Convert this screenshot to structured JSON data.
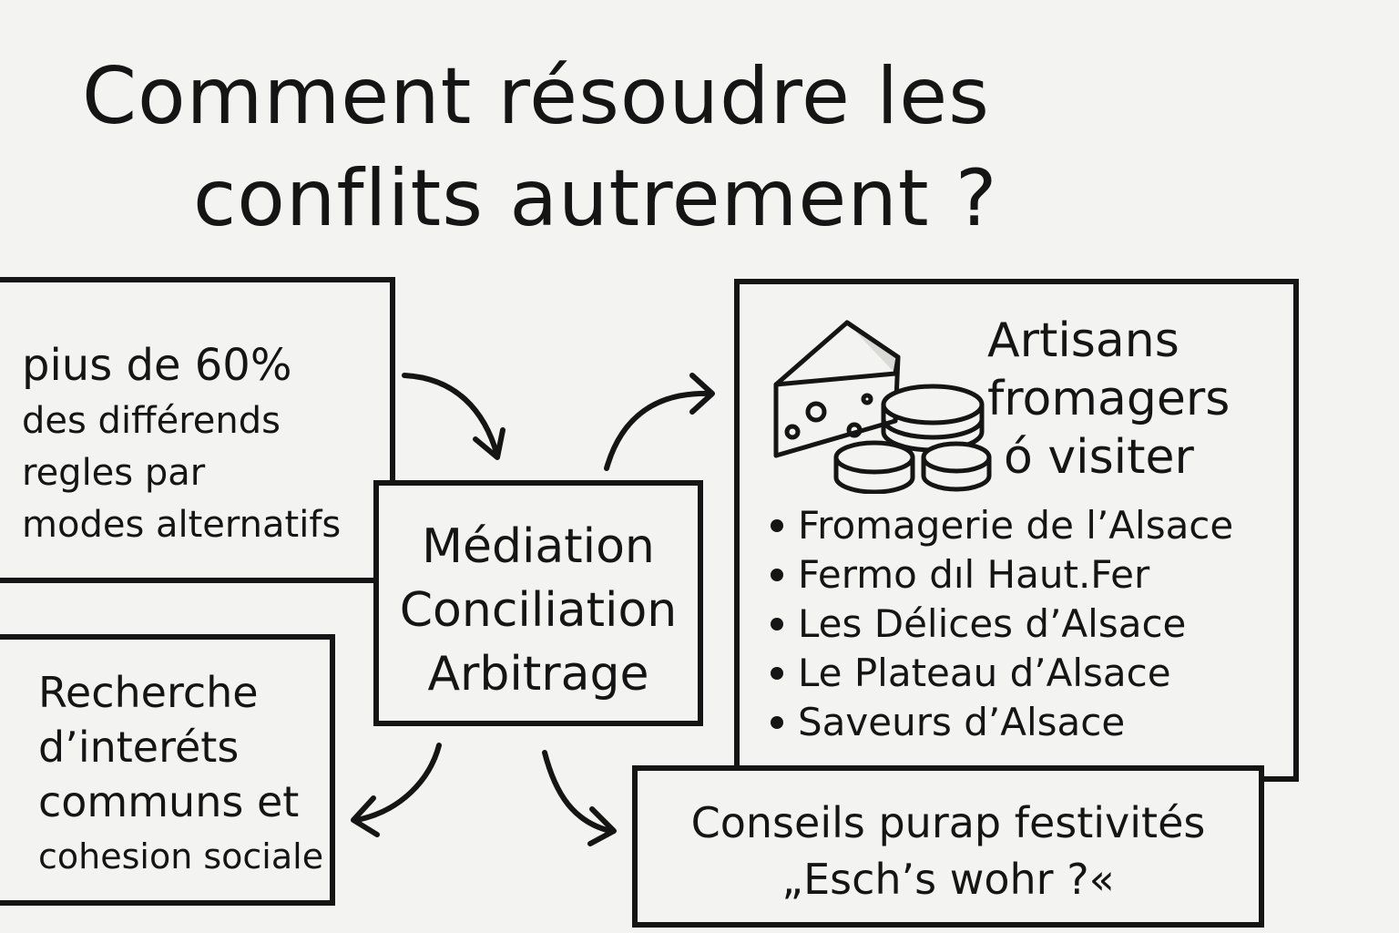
{
  "title": {
    "line1": "Comment résoudre les",
    "line2": "conflits autrement ?"
  },
  "stat_box": {
    "line1": "pius de 60%",
    "line2": "des différends",
    "line3": "regles par",
    "line4": "modes alternatifs"
  },
  "methods_box": {
    "items": [
      "Médiation",
      "Conciliation",
      "Arbitrage"
    ]
  },
  "interest_box": {
    "lines": [
      "Recherche",
      "d’interéts",
      "communs et",
      "cohesion sociale"
    ]
  },
  "artisans_box": {
    "heading": [
      "Artisans",
      "fromagers",
      "ó visiter"
    ],
    "icon": "cheese-icon",
    "items": [
      "Fromagerie de l’Alsace",
      "Fermo dıl Haut.Fer",
      "Les Délices d’Alsace",
      "Le Plateau d’Alsace",
      "Saveurs d’Alsace"
    ]
  },
  "tips_box": {
    "line1": "Conseils purap festivités",
    "line2": "„Esch’s wohr ?«"
  }
}
